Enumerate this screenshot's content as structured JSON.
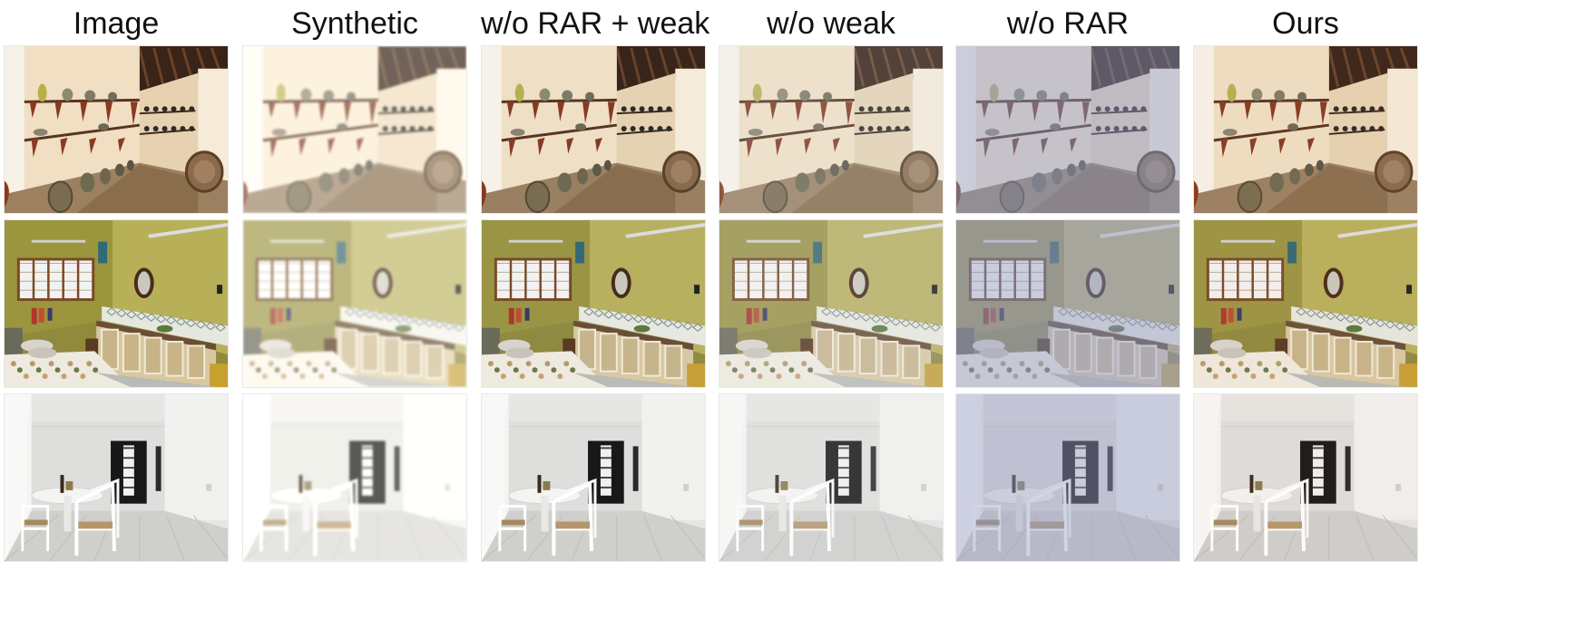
{
  "columns": [
    {
      "id": "image",
      "title": "Image"
    },
    {
      "id": "synthetic",
      "title": "Synthetic"
    },
    {
      "id": "wo-rar-weak",
      "title": "w/o RAR + weak"
    },
    {
      "id": "wo-weak",
      "title": "w/o weak"
    },
    {
      "id": "wo-rar",
      "title": "w/o RAR"
    },
    {
      "id": "ours",
      "title": "Ours"
    }
  ],
  "rows": [
    {
      "id": "shelf-room",
      "scene": "room with wall shelves, plates and baskets"
    },
    {
      "id": "kitchen",
      "scene": "yellow-green kitchen with window, mirror and cabinets"
    },
    {
      "id": "dining",
      "scene": "white dining room with table, chairs and dark doorway"
    }
  ],
  "palette": {
    "image": {
      "tint": "none",
      "opacity": 0
    },
    "synthetic": {
      "tint": "#f4efe6",
      "opacity": 0.28
    },
    "wo-rar-weak": {
      "tint": "#000000",
      "opacity": 0.0
    },
    "wo-weak": {
      "tint": "#ffffff",
      "opacity": 0.1
    },
    "wo-rar": {
      "tint": "#8c95d8",
      "opacity": 0.45
    },
    "ours": {
      "tint": "#c8a070",
      "opacity": 0.06
    }
  }
}
